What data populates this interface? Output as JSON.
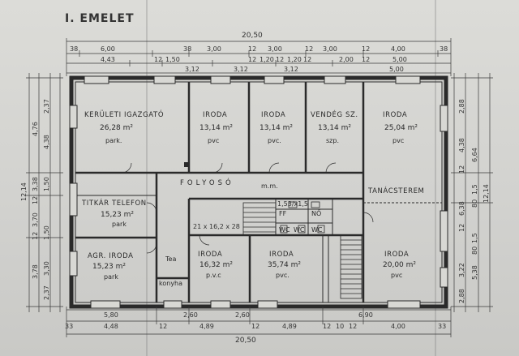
{
  "title": "I. EMELET",
  "dimensions": {
    "overall_top": "20,50",
    "overall_bottom": "20,50",
    "top_row1": [
      "38",
      "6,00",
      "38",
      "3,00",
      "12",
      "3,00",
      "12",
      "3,00",
      "12",
      "4,00",
      "38"
    ],
    "top_row2": [
      "4,43",
      "12",
      "1,50",
      "12",
      "1,20",
      "12",
      "1,20",
      "12",
      "2,00",
      "12",
      "5,00"
    ],
    "top_row3": [
      "3,12",
      "3,12",
      "3,12",
      "5,00"
    ],
    "bottom_row1": [
      "5,80",
      "2,60",
      "2,60",
      "6,90"
    ],
    "bottom_row2": [
      "33",
      "4,48",
      "12",
      "4,89",
      "12",
      "4,89",
      "12",
      "10",
      "12",
      "4,00",
      "33"
    ],
    "left_overall": "12,14",
    "left_outer": [
      "4,76",
      "3,38",
      "12",
      "3,70",
      "12",
      "3,78"
    ],
    "left_inner": [
      "2,37",
      "4,38",
      "1,50",
      "1,50",
      "3,30",
      "2,37"
    ],
    "right_overall": "12,14",
    "right_outer": [
      "6,64",
      "5,38"
    ],
    "right_inner": [
      "2,88",
      "4,38",
      "12",
      "6,38",
      "12",
      "3,22",
      "2,88"
    ],
    "right_mid": [
      "1,5",
      "80",
      "1,5",
      "80"
    ]
  },
  "rooms": [
    {
      "name": "KERÜLETI IGAZGATÓ",
      "area": "26,28 m²",
      "floor": "park."
    },
    {
      "name": "IRODA",
      "area": "13,14 m²",
      "floor": "pvc"
    },
    {
      "name": "IRODA",
      "area": "13,14 m²",
      "floor": "pvc."
    },
    {
      "name": "VENDÉG SZ.",
      "area": "13,14 m²",
      "floor": "szp."
    },
    {
      "name": "IRODA",
      "area": "25,04 m²",
      "floor": "pvc"
    },
    {
      "name": "TITKÁR TELEFON",
      "area": "15,23 m²",
      "floor": "park"
    },
    {
      "name": "AGR. IRODA",
      "area": "15,23 m²",
      "floor": "park"
    },
    {
      "name": "IRODA",
      "area": "16,32 m²",
      "floor": "p.v.c"
    },
    {
      "name": "IRODA",
      "area": "35,74 m²",
      "floor": "pvc."
    },
    {
      "name": "IRODA",
      "area": "20,00 m²",
      "floor": "pvc"
    }
  ],
  "corridor": {
    "name": "FOLYOSÓ",
    "floor": "m.m."
  },
  "tanacsterem": "TANÁCSTEREM",
  "tea_konyha": [
    "Tea",
    "konyha"
  ],
  "wc_labels": [
    "FF",
    "NŐ",
    "WC",
    "WC",
    "WC"
  ],
  "stair_label": "21 x 16,2 x 28",
  "landing_label": "1,53/x1,5"
}
